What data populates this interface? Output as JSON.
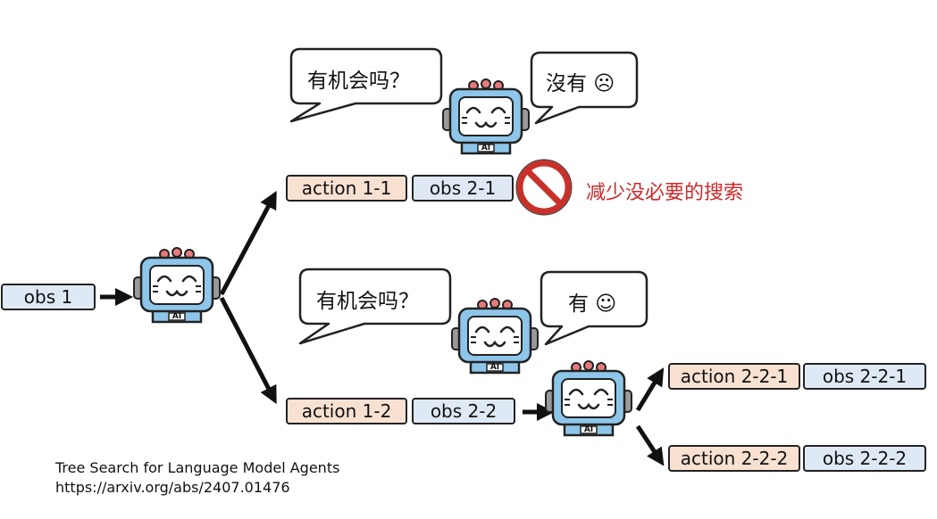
{
  "nodes": {
    "obs_1": "obs 1",
    "action_1_1": "action 1-1",
    "obs_2_1": "obs 2-1",
    "action_1_2": "action 1-2",
    "obs_2_2": "obs 2-2",
    "action_2_2_1": "action 2-2-1",
    "obs_2_2_1": "obs 2-2-1",
    "action_2_2_2": "action 2-2-2",
    "obs_2_2_2": "obs 2-2-2"
  },
  "bubbles": {
    "question_top": "有机会吗？",
    "answer_top": "沒有 ☹",
    "question_bottom": "有机会吗？",
    "answer_bottom": "有 ☺"
  },
  "note": "减少没必要的搜索",
  "robot_badge": "AI",
  "citation": {
    "title": "Tree Search for Language Model Agents",
    "url": "https://arxiv.org/abs/2407.01476"
  },
  "colors": {
    "action_fill": "#f9e1d2",
    "obs_fill": "#dfe9f5",
    "robot_body": "#8ec6ea",
    "prohibit_red": "#c8312b",
    "note_red": "#cc2a2a"
  }
}
